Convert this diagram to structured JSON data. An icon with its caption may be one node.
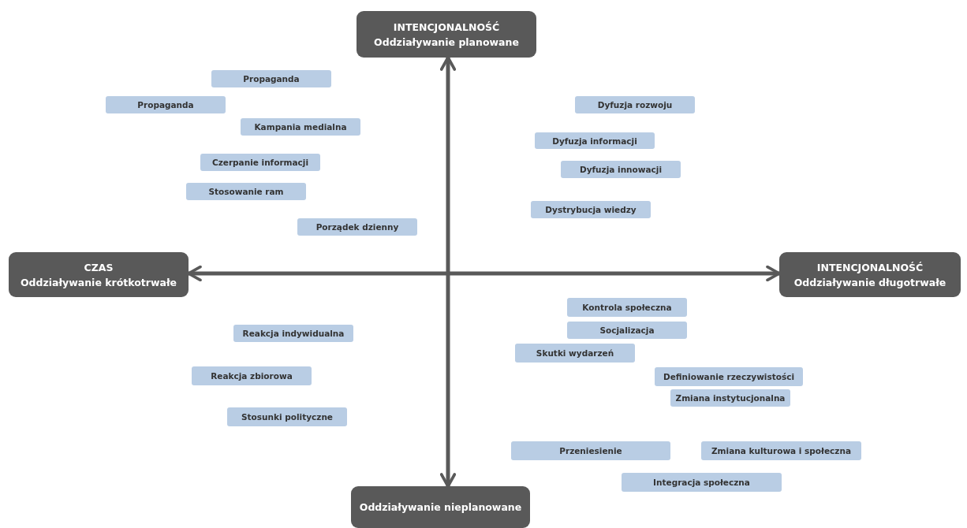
{
  "diagram": {
    "nodes": [
      {
        "text": [
          "INTENCJONALNOŚĆ",
          "Oddziaływanie planowane"
        ]
      },
      {
        "text": [
          "CZAS",
          "Oddziaływanie krótkotrwałe"
        ]
      },
      {
        "text": [
          "INTENCJONALNOŚĆ",
          "Oddziaływanie długotrwałe"
        ]
      },
      {
        "text": [
          "Oddziaływanie nieplanowane"
        ]
      },
      {
        "text": [
          "Propaganda"
        ]
      },
      {
        "text": [
          "Propaganda"
        ]
      },
      {
        "text": [
          "Kampania medialna"
        ]
      },
      {
        "text": [
          "Czerpanie informacji"
        ]
      },
      {
        "text": [
          "Stosowanie ram"
        ]
      },
      {
        "text": [
          "Porządek dzienny"
        ]
      },
      {
        "text": [
          "Dyfuzja rozwoju"
        ]
      },
      {
        "text": [
          "Dyfuzja informacji"
        ]
      },
      {
        "text": [
          "Dyfuzja innowacji"
        ]
      },
      {
        "text": [
          "Dystrybucja wiedzy"
        ]
      },
      {
        "text": [
          "Reakcja indywidualna"
        ]
      },
      {
        "text": [
          "Reakcja zbiorowa"
        ]
      },
      {
        "text": [
          "Stosunki polityczne"
        ]
      },
      {
        "text": [
          "Kontrola społeczna"
        ]
      },
      {
        "text": [
          "Socjalizacja"
        ]
      },
      {
        "text": [
          "Skutki wydarzeń"
        ]
      },
      {
        "text": [
          "Definiowanie rzeczywistości"
        ]
      },
      {
        "text": [
          "Zmiana instytucjonalna"
        ]
      },
      {
        "text": [
          "Przeniesienie"
        ]
      },
      {
        "text": [
          "Zmiana kulturowa i społeczna"
        ]
      },
      {
        "text": [
          "Integracja społeczna"
        ]
      }
    ],
    "edges": [
      {
        "from": 0,
        "to": 3,
        "arrow": "both"
      },
      {
        "from": 1,
        "to": 2,
        "arrow": "both"
      }
    ]
  }
}
